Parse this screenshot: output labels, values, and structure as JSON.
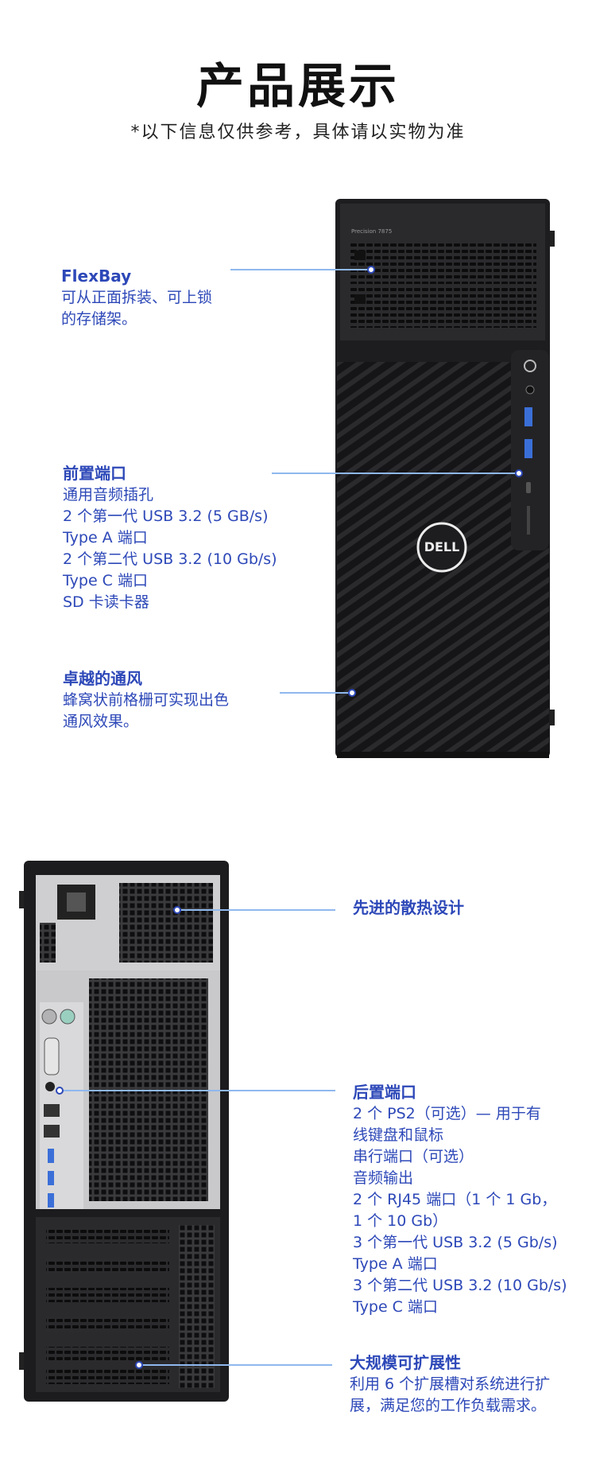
{
  "header": {
    "title": "产品展示",
    "subtitle": "*以下信息仅供参考，具体请以实物为准"
  },
  "front": {
    "flexbay": {
      "title": "FlexBay",
      "lines": [
        "可从正面拆装、可上锁",
        "的存储架。"
      ]
    },
    "front_ports": {
      "title": "前置端口",
      "lines": [
        "通用音频插孔",
        "2 个第一代 USB 3.2 (5 GB/s)",
        "Type A 端口",
        "2 个第二代 USB 3.2 (10 Gb/s)",
        "Type C 端口",
        "SD 卡读卡器"
      ]
    },
    "airflow": {
      "title": "卓越的通风",
      "lines": [
        "蜂窝状前格栅可实现出色",
        "通风效果。"
      ]
    },
    "model_label": "Precision 7875",
    "logo_text": "DELL"
  },
  "rear": {
    "cooling": {
      "title": "先进的散热设计"
    },
    "rear_ports": {
      "title": "后置端口",
      "lines": [
        "2 个 PS2（可选）— 用于有",
        "线键盘和鼠标",
        "串行端口（可选）",
        "音频输出",
        "2 个 RJ45 端口（1 个 1 Gb，",
        "1 个 10 Gb）",
        "3 个第一代 USB 3.2 (5 Gb/s)",
        "Type A 端口",
        "3 个第二代 USB 3.2 (10 Gb/s)",
        "Type C 端口"
      ]
    },
    "expansion": {
      "title": "大规模可扩展性",
      "lines": [
        "利用 6 个扩展槽对系统进行扩",
        "展，满足您的工作负载需求。"
      ]
    }
  },
  "colors": {
    "accent": "#2d48b8",
    "leader_line": "#8fb8ee",
    "chassis": "#1c1c1e"
  }
}
